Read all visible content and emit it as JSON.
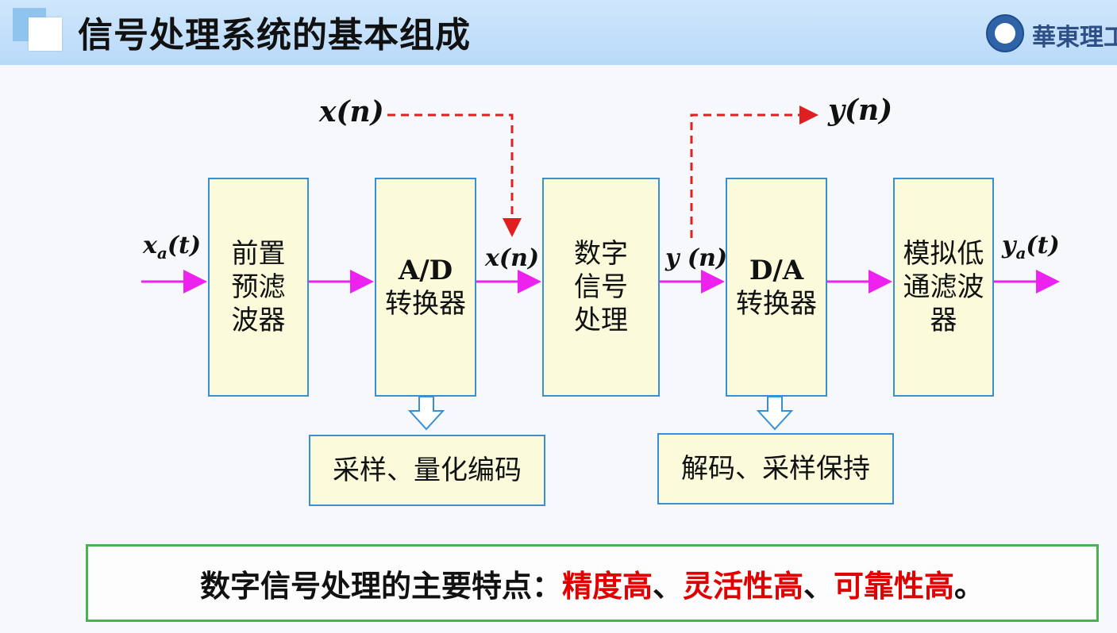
{
  "title": "信号处理系统的基本组成",
  "logo_text": "華東理工",
  "blocks": {
    "prefilter": "前置预滤波器",
    "ad_title": "A/D",
    "ad_sub": "转换器",
    "dsp": "数字信号处理",
    "da_title": "D/A",
    "da_sub": "转换器",
    "lpf": "模拟低通滤波器"
  },
  "notes": {
    "ad_note": "采样、量化编码",
    "da_note": "解码、采样保持"
  },
  "signals": {
    "xa_base": "x",
    "xa_sub": "a",
    "xa_arg": "(t)",
    "xn": "x(n)",
    "yn": "y (n)",
    "ya_base": "y",
    "ya_sub": "a",
    "ya_arg": "(t)",
    "xn_top": "x(n)",
    "yn_top": "y(n)"
  },
  "features": {
    "prefix": "数字信号处理的主要特点：",
    "item1": "精度高",
    "sep1": "、",
    "item2": "灵活性高",
    "sep2": "、",
    "item3": "可靠性高",
    "end": "。"
  },
  "colors": {
    "flow_arrow": "#ee22ee",
    "dashed_arrow": "#e02020",
    "box_border": "#3a8fd2",
    "box_fill": "#fbfbdc",
    "feature_border": "#4caf50",
    "highlight": "#e00000"
  }
}
